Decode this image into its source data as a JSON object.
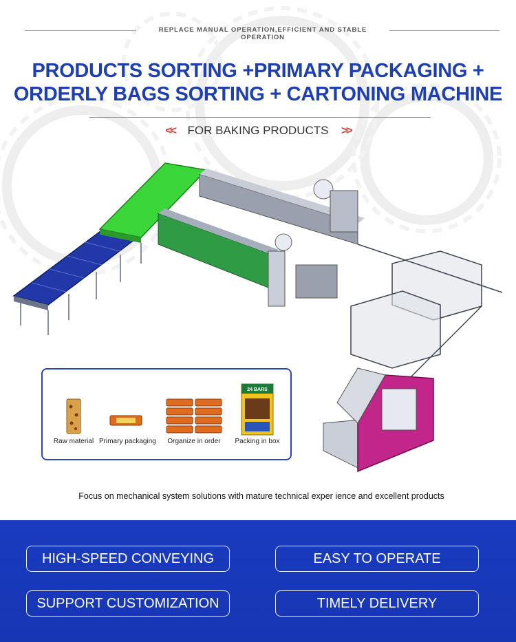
{
  "header": {
    "tagline": "REPLACE MANUAL OPERATION,EFFICIENT AND STABLE OPERATION",
    "title_line1": "PRODUCTS SORTING +PRIMARY PACKAGING +",
    "title_line2": "ORDERLY BAGS SORTING + CARTONING MACHINE",
    "subtitle": "FOR BAKING PRODUCTS",
    "chevron_left": "<<",
    "chevron_right": ">>"
  },
  "process_steps": [
    {
      "label": "Raw material"
    },
    {
      "label": "Primary packaging"
    },
    {
      "label": "Organize in order"
    },
    {
      "label": "Packing in box",
      "box_text": "24 BARS"
    }
  ],
  "focus_text": "Focus on mechanical system solutions with mature technical exper ience and excellent products",
  "features": [
    {
      "label": "HIGH-SPEED CONVEYING"
    },
    {
      "label": "EASY TO OPERATE"
    },
    {
      "label": "SUPPORT CUSTOMIZATION"
    },
    {
      "label": "TIMELY DELIVERY"
    }
  ],
  "colors": {
    "title_blue": "#1d3fb0",
    "accent_red": "#d9443a",
    "band_blue": "#1a3bc0",
    "conveyor_green": "#3ad63a",
    "conveyor_blue": "#2238a8",
    "cartoner_magenta": "#c2268a"
  }
}
